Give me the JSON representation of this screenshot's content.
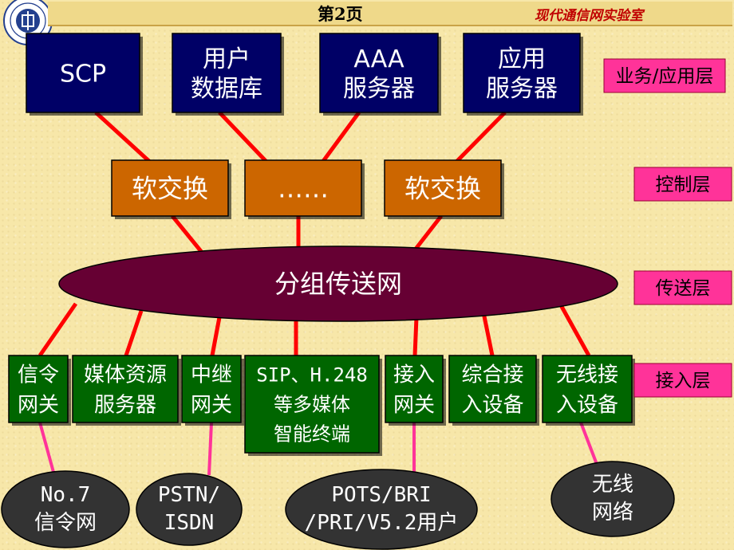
{
  "header": {
    "page_label": "第2页",
    "lab_name": "现代通信网实验室"
  },
  "service_layer": {
    "nodes": [
      {
        "lines": [
          "SCP"
        ]
      },
      {
        "lines": [
          "用户",
          "数据库"
        ]
      },
      {
        "lines": [
          "AAA",
          "服务器"
        ]
      },
      {
        "lines": [
          "应用",
          "服务器"
        ]
      }
    ]
  },
  "control_layer": {
    "nodes": [
      {
        "lines": [
          "软交换"
        ]
      },
      {
        "lines": [
          "……"
        ]
      },
      {
        "lines": [
          "软交换"
        ]
      }
    ]
  },
  "transport": {
    "label": "分组传送网"
  },
  "access_layer": {
    "nodes": [
      {
        "lines": [
          "信令",
          "网关"
        ]
      },
      {
        "lines": [
          "媒体资源",
          "服务器"
        ]
      },
      {
        "lines": [
          "中继",
          "网关"
        ]
      },
      {
        "lines": [
          "SIP、H.248",
          "等多媒体",
          "智能终端"
        ]
      },
      {
        "lines": [
          "接入",
          "网关"
        ]
      },
      {
        "lines": [
          "综合接",
          "入设备"
        ]
      },
      {
        "lines": [
          "无线接",
          "入设备"
        ]
      }
    ]
  },
  "external_networks": [
    {
      "lines": [
        "No.7",
        "信令网"
      ]
    },
    {
      "lines": [
        "PSTN/",
        "ISDN"
      ]
    },
    {
      "lines": [
        "POTS/BRI",
        "/PRI/V5.2用户"
      ]
    },
    {
      "lines": [
        "无线",
        "网络"
      ]
    }
  ],
  "layer_labels": [
    "业务/应用层",
    "控制层",
    "传送层",
    "接入层"
  ],
  "colors": {
    "background": "#f7e7a9",
    "service_box": "#000066",
    "control_box": "#cc6600",
    "transport_ellipse": "#660033",
    "access_box": "#006600",
    "external_ellipse": "#333333",
    "layer_label_bg": "#ff3399",
    "link_red": "#ff0000",
    "link_pink": "#ff3399"
  }
}
